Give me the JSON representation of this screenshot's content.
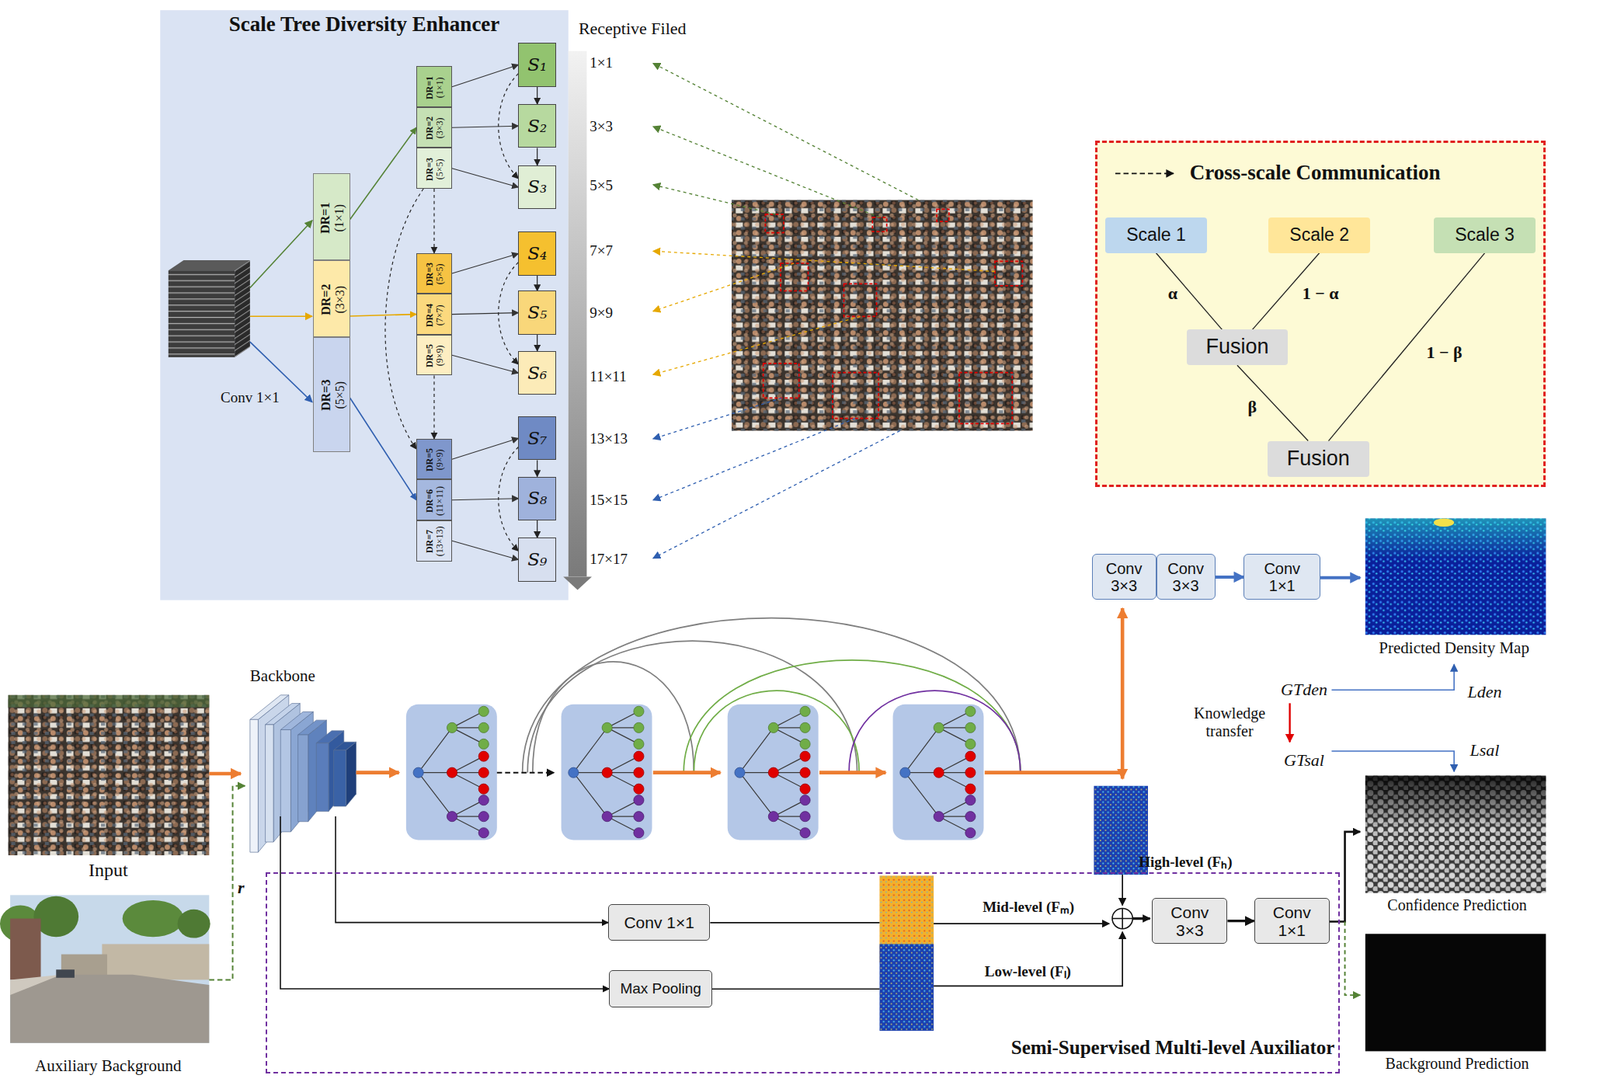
{
  "diagram": {
    "nodes": [
      {
        "text": [
          "Scale Tree Diversity Enhancer"
        ]
      },
      {
        "text": [
          "DR=1",
          "(1×1)"
        ],
        "in": 0
      },
      {
        "text": [
          "DR=2",
          "(3×3)"
        ],
        "in": 0
      },
      {
        "text": [
          "DR=3",
          "(5×5)"
        ],
        "in": 0
      },
      {
        "text": [
          "DR=1",
          "(1×1)"
        ],
        "in": 0
      },
      {
        "text": [
          "DR=2",
          "(3×3)"
        ],
        "in": 0
      },
      {
        "text": [
          "DR=3",
          "(5×5)"
        ],
        "in": 0
      },
      {
        "text": [
          "DR=3",
          "(5×5)"
        ],
        "in": 0
      },
      {
        "text": [
          "DR=4",
          "(7×7)"
        ],
        "in": 0
      },
      {
        "text": [
          "DR=5",
          "(9×9)"
        ],
        "in": 0
      },
      {
        "text": [
          "DR=5",
          "(9×9)"
        ],
        "in": 0
      },
      {
        "text": [
          "DR=6",
          "(11×11)"
        ],
        "in": 0
      },
      {
        "text": [
          "DR=7",
          "(13×13)"
        ],
        "in": 0
      },
      {
        "text": [
          "S₁"
        ],
        "in": 0
      },
      {
        "text": [
          "S₂"
        ],
        "in": 0
      },
      {
        "text": [
          "S₃"
        ],
        "in": 0
      },
      {
        "text": [
          "S₄"
        ],
        "in": 0
      },
      {
        "text": [
          "S₅"
        ],
        "in": 0
      },
      {
        "text": [
          "S₆"
        ],
        "in": 0
      },
      {
        "text": [
          "S₇"
        ],
        "in": 0
      },
      {
        "text": [
          "S₈"
        ],
        "in": 0
      },
      {
        "text": [
          "S₉"
        ],
        "in": 0
      },
      {
        "text": [
          "Cross-scale Communication"
        ]
      },
      {
        "text": [
          "Scale 1"
        ],
        "in": 22
      },
      {
        "text": [
          "Scale 2"
        ],
        "in": 22
      },
      {
        "text": [
          "Scale 3"
        ],
        "in": 22
      },
      {
        "text": [
          "Fusion"
        ],
        "in": 22
      },
      {
        "text": [
          "Fusion"
        ],
        "in": 22
      },
      {
        "text": [
          "Backbone"
        ]
      },
      {
        "text": [
          "Conv 3×3"
        ]
      },
      {
        "text": [
          "Conv 3×3"
        ]
      },
      {
        "text": [
          "Conv 1×1"
        ]
      },
      {
        "text": [
          "Semi-Supervised Multi-level Auxiliator"
        ]
      },
      {
        "text": [
          "Conv 1×1"
        ],
        "in": 32
      },
      {
        "text": [
          "Max Pooling"
        ],
        "in": 32
      },
      {
        "text": [
          "Conv 3×3"
        ],
        "in": 32
      },
      {
        "text": [
          "Conv 1×1"
        ],
        "in": 32
      }
    ],
    "edges": [
      {
        "from": 1,
        "to": 5,
        "arrow": "to"
      },
      {
        "from": 2,
        "to": 8,
        "arrow": "to"
      },
      {
        "from": 3,
        "to": 11,
        "arrow": "to"
      },
      {
        "from": 4,
        "to": 13,
        "arrow": "to"
      },
      {
        "from": 5,
        "to": 14,
        "arrow": "to"
      },
      {
        "from": 6,
        "to": 15,
        "arrow": "to"
      },
      {
        "from": 7,
        "to": 16,
        "arrow": "to"
      },
      {
        "from": 8,
        "to": 17,
        "arrow": "to"
      },
      {
        "from": 9,
        "to": 18,
        "arrow": "to"
      },
      {
        "from": 10,
        "to": 19,
        "arrow": "to"
      },
      {
        "from": 11,
        "to": 20,
        "arrow": "to"
      },
      {
        "from": 12,
        "to": 21,
        "arrow": "to"
      },
      {
        "from": 13,
        "to": 14,
        "arrow": "to"
      },
      {
        "from": 14,
        "to": 15,
        "arrow": "to"
      },
      {
        "from": 13,
        "to": 15,
        "arrow": "to"
      },
      {
        "from": 16,
        "to": 17,
        "arrow": "to"
      },
      {
        "from": 17,
        "to": 18,
        "arrow": "to"
      },
      {
        "from": 16,
        "to": 18,
        "arrow": "to"
      },
      {
        "from": 19,
        "to": 20,
        "arrow": "to"
      },
      {
        "from": 20,
        "to": 21,
        "arrow": "to"
      },
      {
        "from": 19,
        "to": 21,
        "arrow": "to"
      },
      {
        "from": 6,
        "to": 7,
        "arrow": "to"
      },
      {
        "from": 9,
        "to": 10,
        "arrow": "to"
      },
      {
        "from": 6,
        "to": 10,
        "arrow": "to"
      },
      {
        "from": 23,
        "to": 26,
        "label": "α",
        "arrow": "none"
      },
      {
        "from": 24,
        "to": 26,
        "label": "1 − α",
        "arrow": "none"
      },
      {
        "from": 26,
        "to": 27,
        "label": "β",
        "arrow": "none"
      },
      {
        "from": 25,
        "to": 27,
        "label": "1 − β",
        "arrow": "none"
      },
      {
        "from": 30,
        "to": 31,
        "arrow": "to"
      },
      {
        "from": 28,
        "to": 33,
        "arrow": "to"
      },
      {
        "from": 28,
        "to": 34,
        "arrow": "to"
      },
      {
        "from": 35,
        "to": 36,
        "arrow": "to"
      }
    ],
    "labels": [
      "Conv 1×1",
      "Receptive Filed",
      "1×1",
      "3×3",
      "5×5",
      "7×7",
      "9×9",
      "11×11",
      "13×13",
      "15×15",
      "17×17",
      "Input",
      "Auxiliary Background",
      "r",
      "Predicted Density Map",
      "GTden",
      "Lden",
      "Knowledge transfer",
      "GTsal",
      "Lsal",
      "High-level (Fₕ)",
      "Mid-level (Fₘ)",
      "Low-level (Fₗ)",
      "Confidence Prediction",
      "Background Prediction"
    ]
  }
}
